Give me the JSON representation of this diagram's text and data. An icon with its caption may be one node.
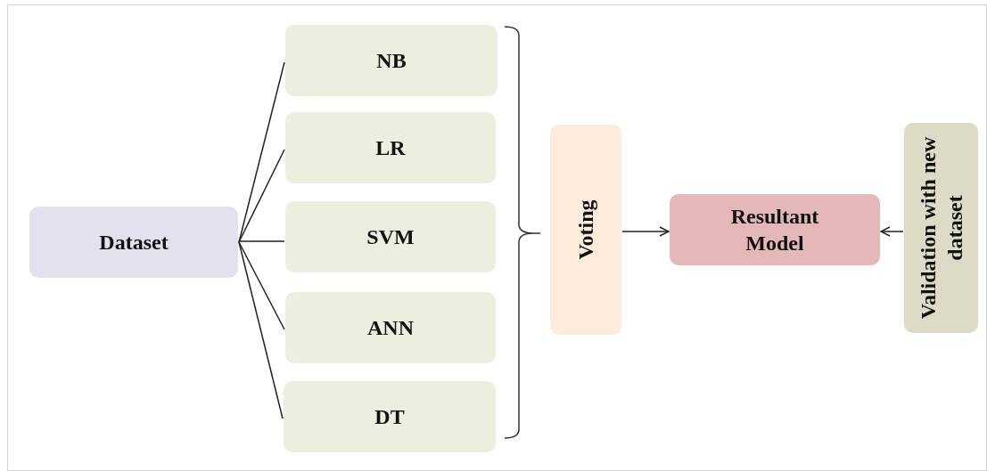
{
  "diagram": {
    "nodes": [
      {
        "text": [
          "Dataset"
        ]
      },
      {
        "text": [
          "NB"
        ]
      },
      {
        "text": [
          "LR"
        ]
      },
      {
        "text": [
          "SVM"
        ]
      },
      {
        "text": [
          "ANN"
        ]
      },
      {
        "text": [
          "DT"
        ]
      },
      {
        "text": [
          "Voting"
        ]
      },
      {
        "text": [
          "Resultant Model"
        ]
      },
      {
        "text": [
          "Validation with new dataset"
        ]
      }
    ],
    "edges": [
      {
        "from": 0,
        "to": 1,
        "arrow": "none"
      },
      {
        "from": 0,
        "to": 2,
        "arrow": "none"
      },
      {
        "from": 0,
        "to": 3,
        "arrow": "none"
      },
      {
        "from": 0,
        "to": 4,
        "arrow": "none"
      },
      {
        "from": 0,
        "to": 5,
        "arrow": "none"
      },
      {
        "from": 6,
        "to": 7,
        "arrow": "to"
      },
      {
        "from": 8,
        "to": 7,
        "arrow": "to"
      }
    ]
  }
}
